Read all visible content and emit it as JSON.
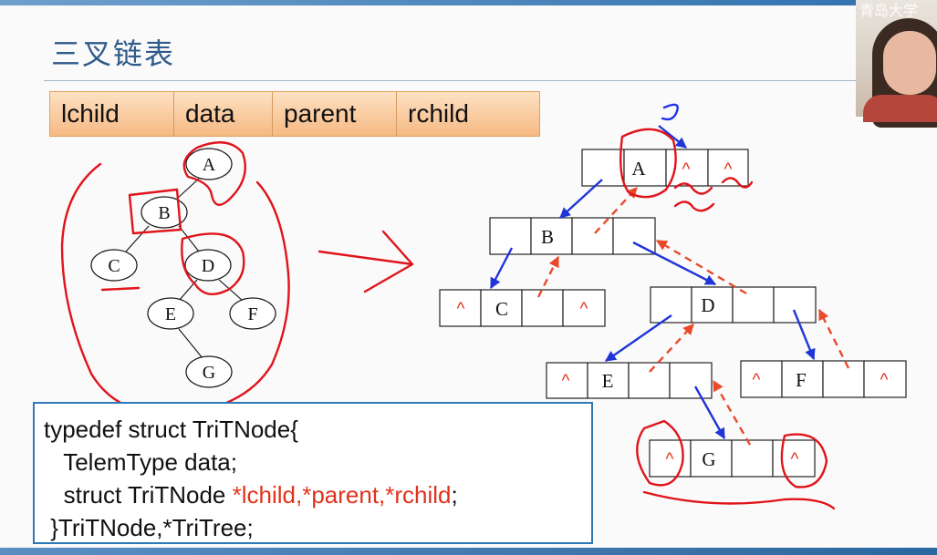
{
  "slide": {
    "title": "三叉链表",
    "fields": [
      "lchild",
      "data",
      "parent",
      "rchild"
    ]
  },
  "tree": {
    "nodes": [
      {
        "id": "A",
        "label": "A"
      },
      {
        "id": "B",
        "label": "B"
      },
      {
        "id": "C",
        "label": "C"
      },
      {
        "id": "D",
        "label": "D"
      },
      {
        "id": "E",
        "label": "E"
      },
      {
        "id": "F",
        "label": "F"
      },
      {
        "id": "G",
        "label": "G"
      }
    ],
    "edges": [
      [
        "A",
        "B"
      ],
      [
        "B",
        "C"
      ],
      [
        "B",
        "D"
      ],
      [
        "D",
        "E"
      ],
      [
        "D",
        "F"
      ],
      [
        "E",
        "G"
      ]
    ]
  },
  "linked_list": {
    "null_symbol": "^",
    "nodes": [
      {
        "id": "A",
        "lchild": "",
        "data": "A",
        "parent": "^",
        "rchild": "^"
      },
      {
        "id": "B",
        "lchild": "",
        "data": "B",
        "parent": "",
        "rchild": ""
      },
      {
        "id": "C",
        "lchild": "^",
        "data": "C",
        "parent": "",
        "rchild": "^"
      },
      {
        "id": "D",
        "lchild": "",
        "data": "D",
        "parent": "",
        "rchild": ""
      },
      {
        "id": "E",
        "lchild": "^",
        "data": "E",
        "parent": "",
        "rchild": ""
      },
      {
        "id": "F",
        "lchild": "^",
        "data": "F",
        "parent": "",
        "rchild": "^"
      },
      {
        "id": "G",
        "lchild": "^",
        "data": "G",
        "parent": "",
        "rchild": "^"
      }
    ]
  },
  "code": {
    "line1": "typedef struct TriTNode{",
    "line2": "   TelemType data;",
    "line3_prefix": "   struct TriTNode ",
    "line3_highlight": "*lchild,*parent,*rchild",
    "line3_suffix": ";",
    "line4": " }TriTNode,*TriTree;"
  },
  "webcam": {
    "overlay_text": "青岛大学"
  },
  "colors": {
    "title": "#2f5b8a",
    "child_pointer": "#1f35d8",
    "parent_pointer": "#ea4a2a",
    "annotation_ink": "#e0141b",
    "null_marker": "#e0321c",
    "field_bar": "#f6b983",
    "code_border": "#2d78b8"
  }
}
